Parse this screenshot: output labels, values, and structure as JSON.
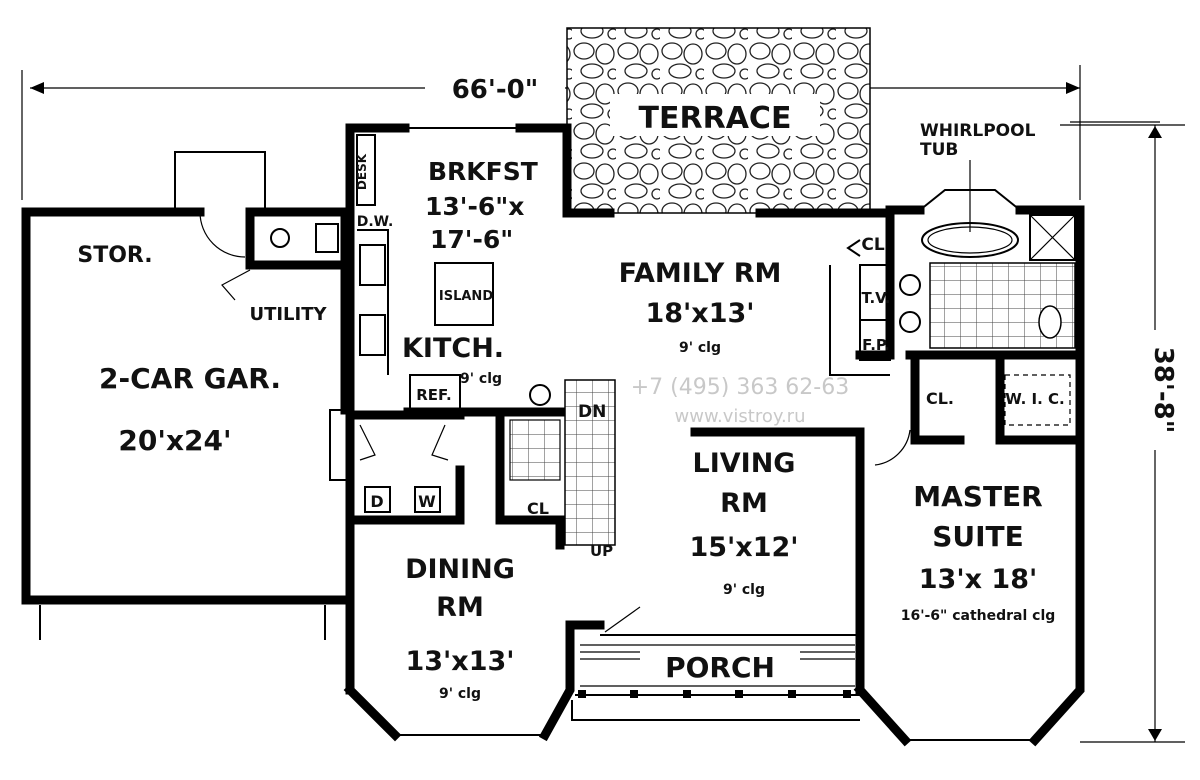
{
  "dimensions": {
    "width": "66'-0\"",
    "depth": "38'-8\""
  },
  "rooms": {
    "terrace": {
      "name": "TERRACE"
    },
    "storage": {
      "name": "STOR."
    },
    "utility": {
      "name": "UTILITY"
    },
    "garage": {
      "name": "2-CAR GAR.",
      "size": "20'x24'"
    },
    "breakfast": {
      "name": "BRKFST",
      "size_line1": "13'-6\"x",
      "size_line2": "17'-6\""
    },
    "kitchen": {
      "name": "KITCH.",
      "ceiling": "9' clg"
    },
    "family": {
      "name": "FAMILY RM",
      "size": "18'x13'",
      "ceiling": "9' clg"
    },
    "living": {
      "name_line1": "LIVING",
      "name_line2": "RM",
      "size": "15'x12'",
      "ceiling": "9' clg"
    },
    "dining": {
      "name_line1": "DINING",
      "name_line2": "RM",
      "size": "13'x13'",
      "ceiling": "9' clg"
    },
    "porch": {
      "name": "PORCH"
    },
    "master": {
      "name_line1": "MASTER",
      "name_line2": "SUITE",
      "size": "13'x 18'",
      "ceiling": "16'-6\" cathedral clg"
    }
  },
  "fixtures": {
    "desk": "DESK",
    "dishwasher": "D.W.",
    "island": "ISLAND",
    "refrigerator": "REF.",
    "stairs_down": "DN",
    "stairs_up": "UP",
    "closet": "CL",
    "closet2": "CL.",
    "walk_in_closet": "W. I. C.",
    "tv": "T.V.",
    "fireplace": "F.P.",
    "whirlpool_line1": "WHIRLPOOL",
    "whirlpool_line2": "TUB",
    "dryer": "D",
    "washer": "W"
  },
  "watermark": {
    "phone": "+7 (495) 363 62-63",
    "site": "www.vistroy.ru"
  }
}
